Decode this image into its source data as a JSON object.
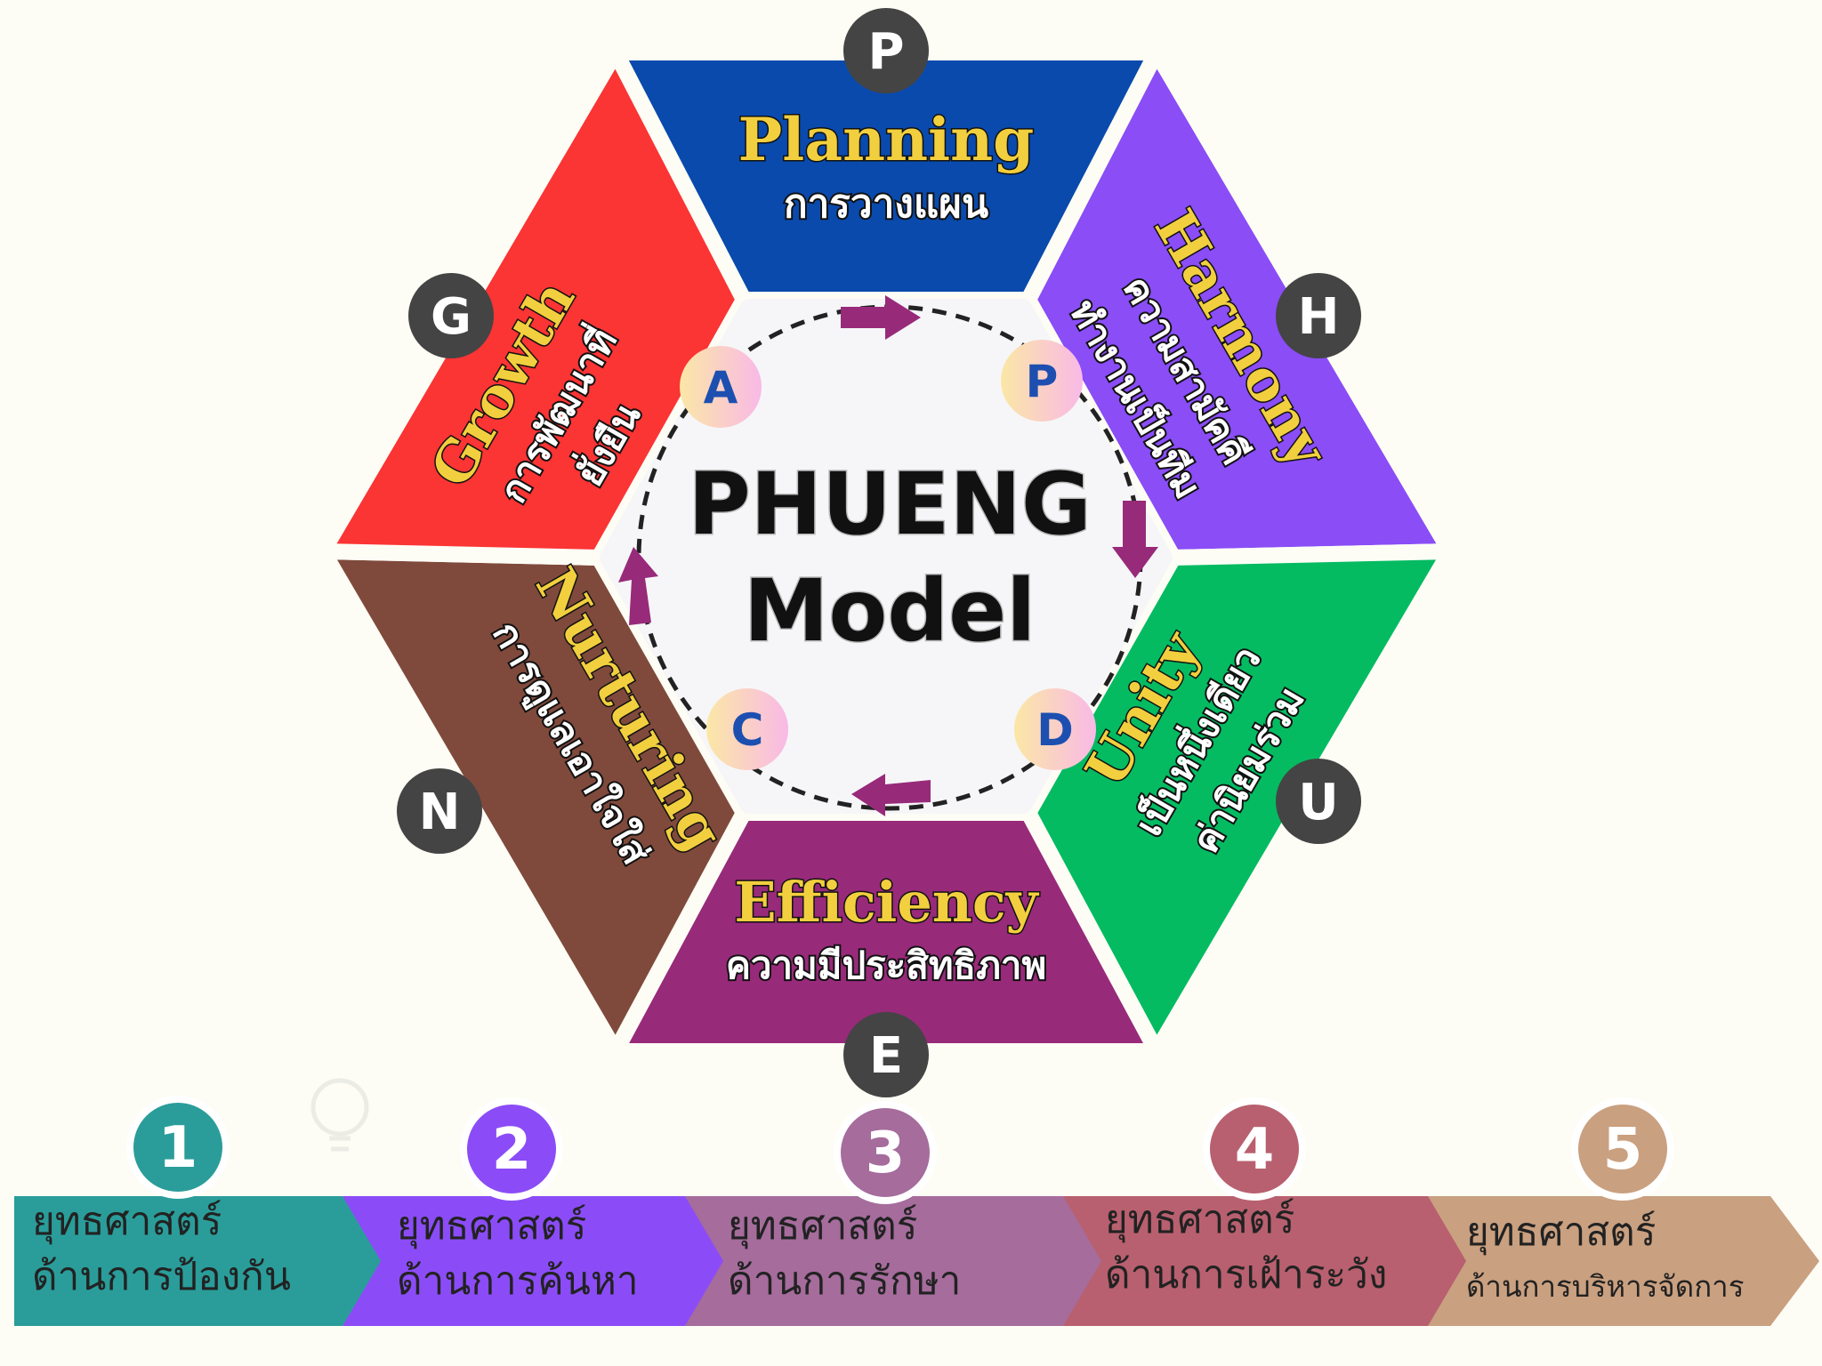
{
  "center": {
    "line1": "PHUENG",
    "line2": "Model"
  },
  "segments": [
    {
      "letter": "P",
      "title": "Planning",
      "subtitle": "การวางแผน",
      "color": "#0a4aad"
    },
    {
      "letter": "H",
      "title": "Harmony",
      "subtitle1": "ความสามัคคี",
      "subtitle2": "ทำงานเป็นทีม",
      "color": "#8a4df6"
    },
    {
      "letter": "U",
      "title": "Unity",
      "subtitle1": "เป็นหนึ่งเดียว",
      "subtitle2": "ค่านิยมร่วม",
      "color": "#05bb62"
    },
    {
      "letter": "E",
      "title": "Efficiency",
      "subtitle": "ความมีประสิทธิภาพ",
      "color": "#982a7a"
    },
    {
      "letter": "N",
      "title": "Nurturing",
      "subtitle": "การดูแลเอาใจใส่",
      "color": "#7f4a3c"
    },
    {
      "letter": "G",
      "title": "Growth",
      "subtitle1": "การพัฒนาที่",
      "subtitle2": "ยั่งยืน",
      "color": "#fb3434"
    }
  ],
  "cycle": [
    "P",
    "D",
    "C",
    "A"
  ],
  "strategies": [
    {
      "number": "1",
      "line1": "ยุทธศาสตร์",
      "line2": "ด้านการป้องกัน",
      "color": "#2a9d9a"
    },
    {
      "number": "2",
      "line1": "ยุทธศาสตร์",
      "line2": "ด้านการค้นหา",
      "color": "#8b4cf7"
    },
    {
      "number": "3",
      "line1": "ยุทธศาสตร์",
      "line2": "ด้านการรักษา",
      "color": "#a56c9c"
    },
    {
      "number": "4",
      "line1": "ยุทธศาสตร์",
      "line2": "ด้านการเฝ้าระวัง",
      "color": "#b8606f"
    },
    {
      "number": "5",
      "line1": "ยุทธศาสตร์",
      "line2": "ด้านการบริหารจัดการ",
      "color": "#c9a080"
    }
  ]
}
